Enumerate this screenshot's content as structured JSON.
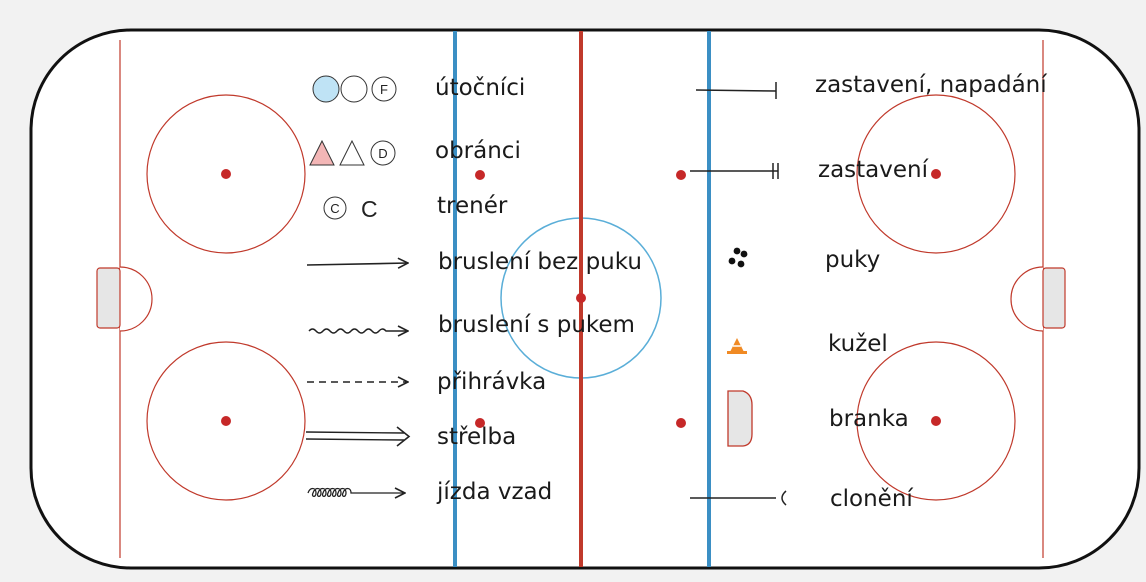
{
  "colors": {
    "page_bg": "#f2f2f2",
    "rink_fill": "#ffffff",
    "board": "#111111",
    "red_line": "#c0392b",
    "blue_line": "#3b8fc4",
    "circle_line": "#c0392b",
    "dot": "#c62828",
    "neutral_circle": "#5aaed8",
    "crease_fill": "#e6e6e6",
    "crease_stroke": "#c0392b",
    "forward_fill": "#bfe3f5",
    "defender_fill": "#f3b6b6",
    "cone": "#f08a24"
  },
  "legend_left": {
    "forwards": {
      "label": "útočníci",
      "letter": "F"
    },
    "defenders": {
      "label": "obránci",
      "letter": "D"
    },
    "coach": {
      "label": "trenér",
      "symbol": "C",
      "letter": "C"
    },
    "skating_without_puck": {
      "label": "bruslení bez puku"
    },
    "skating_with_puck": {
      "label": "bruslení s pukem"
    },
    "pass": {
      "label": "přihrávka"
    },
    "shot": {
      "label": "střelba"
    },
    "backward_skating": {
      "label": "jízda vzad"
    }
  },
  "legend_right": {
    "stop_forecheck": {
      "label": "zastavení, napadání"
    },
    "stop": {
      "label": "zastavení"
    },
    "pucks": {
      "label": "puky"
    },
    "cone": {
      "label": "kužel"
    },
    "goal": {
      "label": "branka"
    },
    "screening": {
      "label": "clonění"
    }
  }
}
